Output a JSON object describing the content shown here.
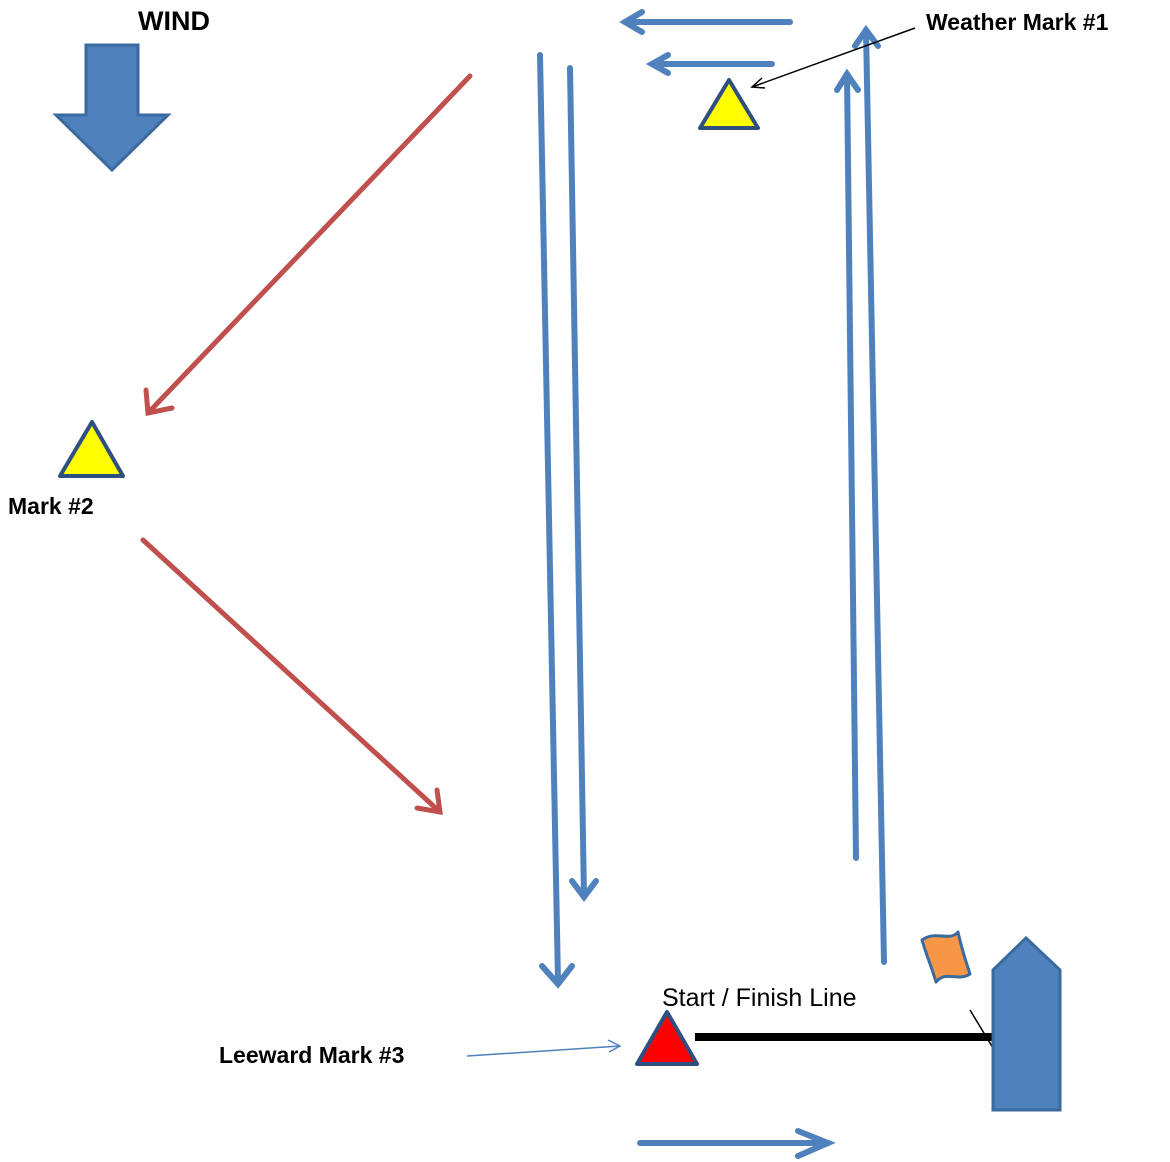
{
  "labels": {
    "wind": "WIND",
    "weather_mark": "Weather Mark #1",
    "mark2": "Mark #2",
    "leeward_mark": "Leeward Mark #3",
    "start_finish": "Start / Finish Line"
  },
  "colors": {
    "course_arrow": "#4F81BD",
    "course_arrow_dark": "#3A6A9E",
    "reach_arrow": "#C0504D",
    "mark_yellow": "#FFFF00",
    "mark_red": "#FF0000",
    "mark_outline": "#2F4F7F",
    "committee_boat": "#4F81BD",
    "flag_orange": "#F79646",
    "start_line": "#000000"
  }
}
